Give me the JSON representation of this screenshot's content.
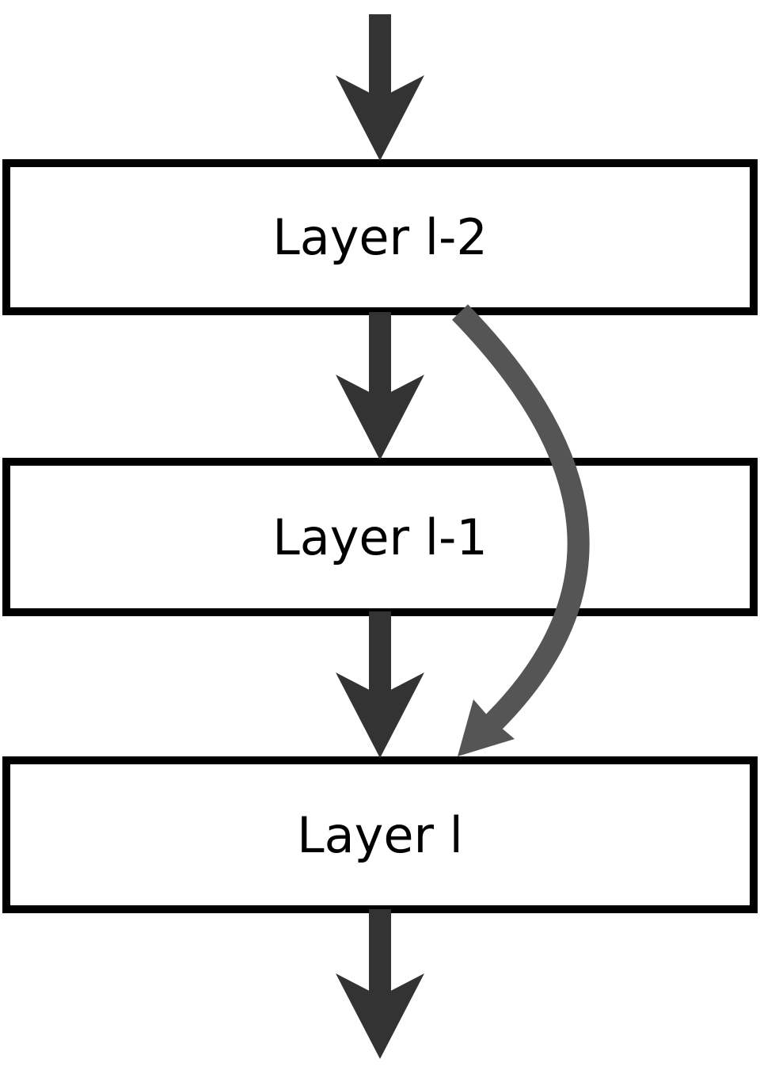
{
  "figure": {
    "title": "stacked layers with skip connection",
    "background": "#ffffff",
    "colors": {
      "box_border": "#000000",
      "box_fill": "#ffffff",
      "label_text": "#000000",
      "flow_arrow": "#333333",
      "skip_arrow": "#555555"
    },
    "boxes": [
      {
        "label": "Layer l-2"
      },
      {
        "label": "Layer l-1"
      },
      {
        "label": "Layer l"
      }
    ],
    "connections": [
      {
        "from": "input",
        "to": "Layer l-2",
        "type": "flow"
      },
      {
        "from": "Layer l-2",
        "to": "Layer l-1",
        "type": "flow"
      },
      {
        "from": "Layer l-1",
        "to": "Layer l",
        "type": "flow"
      },
      {
        "from": "Layer l",
        "to": "output",
        "type": "flow"
      },
      {
        "from": "Layer l-2",
        "to": "Layer l",
        "type": "skip"
      }
    ]
  }
}
